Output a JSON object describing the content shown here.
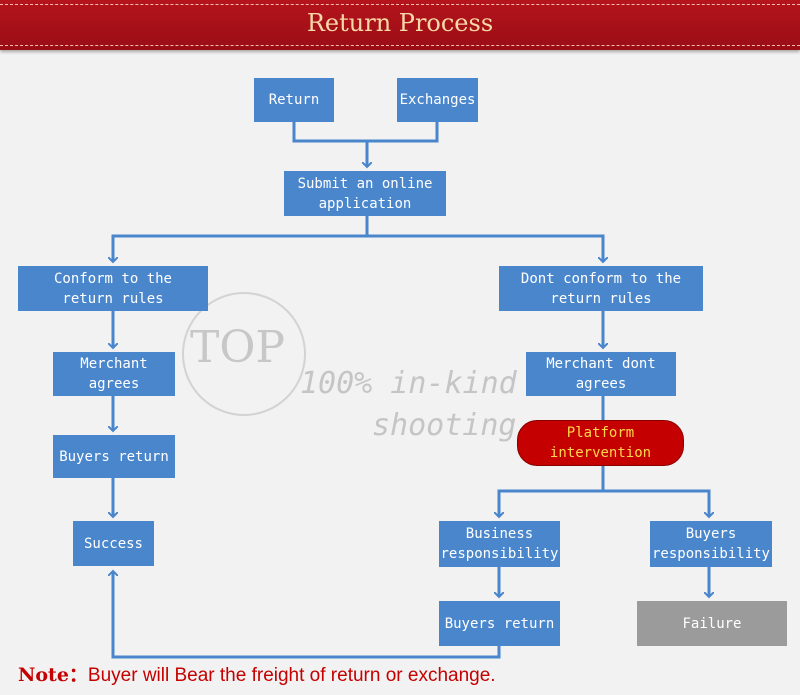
{
  "header": {
    "title": "Return Process"
  },
  "nodes": {
    "return": "Return",
    "exchanges": "Exchanges",
    "submit": "Submit an online\napplication",
    "conform": "Conform to the\nreturn rules",
    "dont_conform": "Dont conform to the\nreturn rules",
    "merchant_agrees": "Merchant agrees",
    "merchant_dont_agrees": "Merchant dont agrees",
    "buyers_return_left": "Buyers return",
    "platform": "Platform\nintervention",
    "success": "Success",
    "business_resp": "Business\nresponsibility",
    "buyers_resp": "Buyers\nresponsibility",
    "buyers_return_right": "Buyers return",
    "failure": "Failure"
  },
  "watermark": {
    "logo": "TOP",
    "line1": "100% in-kind",
    "line2": "shooting"
  },
  "note": {
    "label": "Note：",
    "text": "Buyer will Bear the freight of return or exchange."
  },
  "colors": {
    "box": "#4a86cc",
    "arrow": "#4a86cc",
    "header": "#a8111a",
    "platform": "#c40000",
    "failure": "#9b9b9b"
  }
}
